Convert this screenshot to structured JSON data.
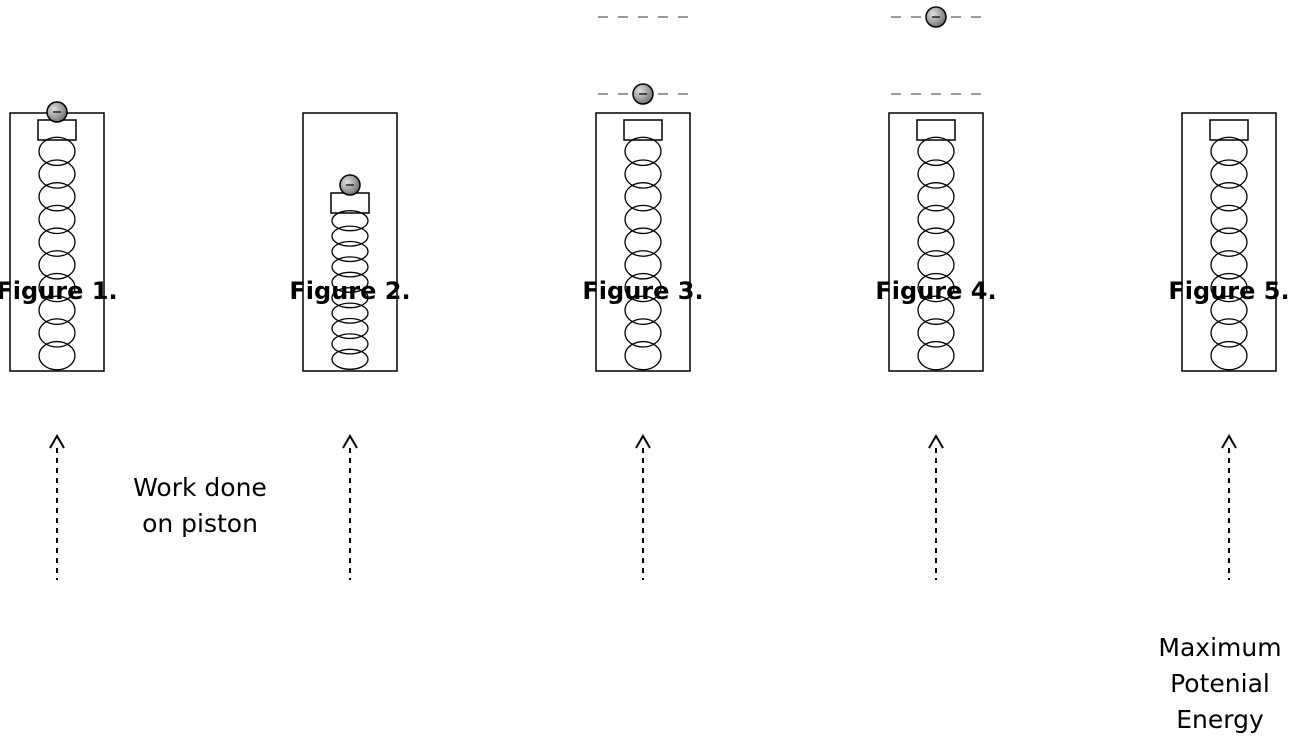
{
  "figures": [
    {
      "label": "Figure 1.",
      "compressed": false,
      "ball": "on-piston"
    },
    {
      "label": "Figure 2.",
      "compressed": true,
      "ball": "on-piston"
    },
    {
      "label": "Figure 3.",
      "compressed": false,
      "ball": "low-line"
    },
    {
      "label": "Figure 4.",
      "compressed": false,
      "ball": "high-line"
    },
    {
      "label": "Figure 5.",
      "compressed": false,
      "ball": "none"
    }
  ],
  "annotations": {
    "work_line1": "Work done",
    "work_line2": "on piston",
    "pe_line1": "Maximum",
    "pe_line2": "Potenial",
    "pe_line3": "Energy"
  },
  "colors": {
    "ink": "#000000",
    "ball_fill": "#8a8a8a",
    "ball_highlight": "#d6d6d6",
    "dash": "#777777"
  }
}
